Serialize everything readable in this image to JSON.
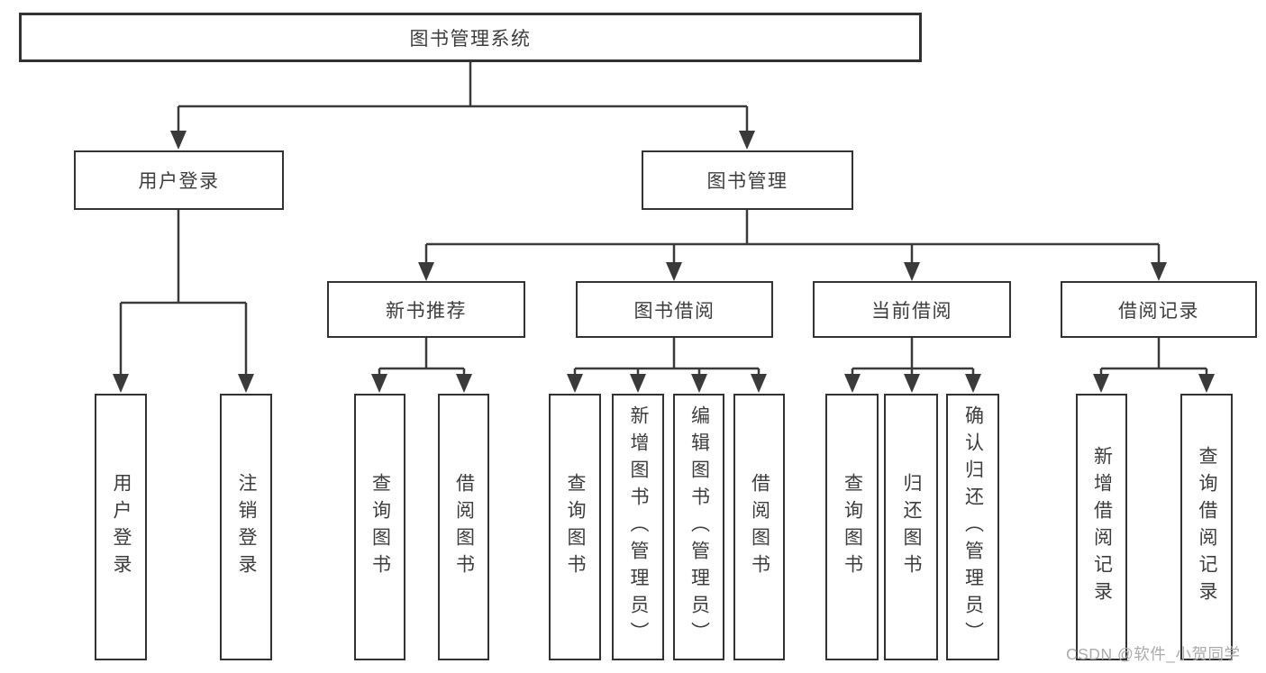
{
  "diagram": {
    "tree": {
      "label": "图书管理系统",
      "children": [
        {
          "label": "用户登录",
          "children": [
            {
              "label": "用户登录"
            },
            {
              "label": "注销登录"
            }
          ]
        },
        {
          "label": "图书管理",
          "children": [
            {
              "label": "新书推荐",
              "children": [
                {
                  "label": "查询图书"
                },
                {
                  "label": "借阅图书"
                }
              ]
            },
            {
              "label": "图书借阅",
              "children": [
                {
                  "label": "查询图书"
                },
                {
                  "label": "新增图书（管理员）"
                },
                {
                  "label": "编辑图书（管理员）"
                },
                {
                  "label": "借阅图书"
                }
              ]
            },
            {
              "label": "当前借阅",
              "children": [
                {
                  "label": "查询图书"
                },
                {
                  "label": "归还图书"
                },
                {
                  "label": "确认归还（管理员）"
                }
              ]
            },
            {
              "label": "借阅记录",
              "children": [
                {
                  "label": "新增借阅记录"
                },
                {
                  "label": "查询借阅记录"
                }
              ]
            }
          ]
        }
      ]
    },
    "colors": {
      "line": "#3a3a3a",
      "border": "#323232",
      "text": "#3d3d3d",
      "background": "#ffffff",
      "watermark": "#ababab"
    }
  },
  "watermark": {
    "text": "CSDN @软件_小贺同学"
  }
}
